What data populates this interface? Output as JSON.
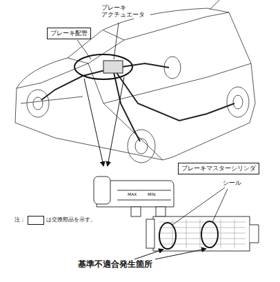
{
  "diagram": {
    "nodes": [
      {
        "text": [
          "ブレーキ配管"
        ]
      },
      {
        "text": [
          "ブレーキマスターシリンダ"
        ]
      }
    ],
    "labels": [
      "ブレーキ アクチュエータ",
      "MAX",
      "MIN",
      "シール",
      "基準不適合発生箇所",
      "注："
    ],
    "legend": [
      {
        "text": "は交換部品を示す。"
      }
    ]
  }
}
